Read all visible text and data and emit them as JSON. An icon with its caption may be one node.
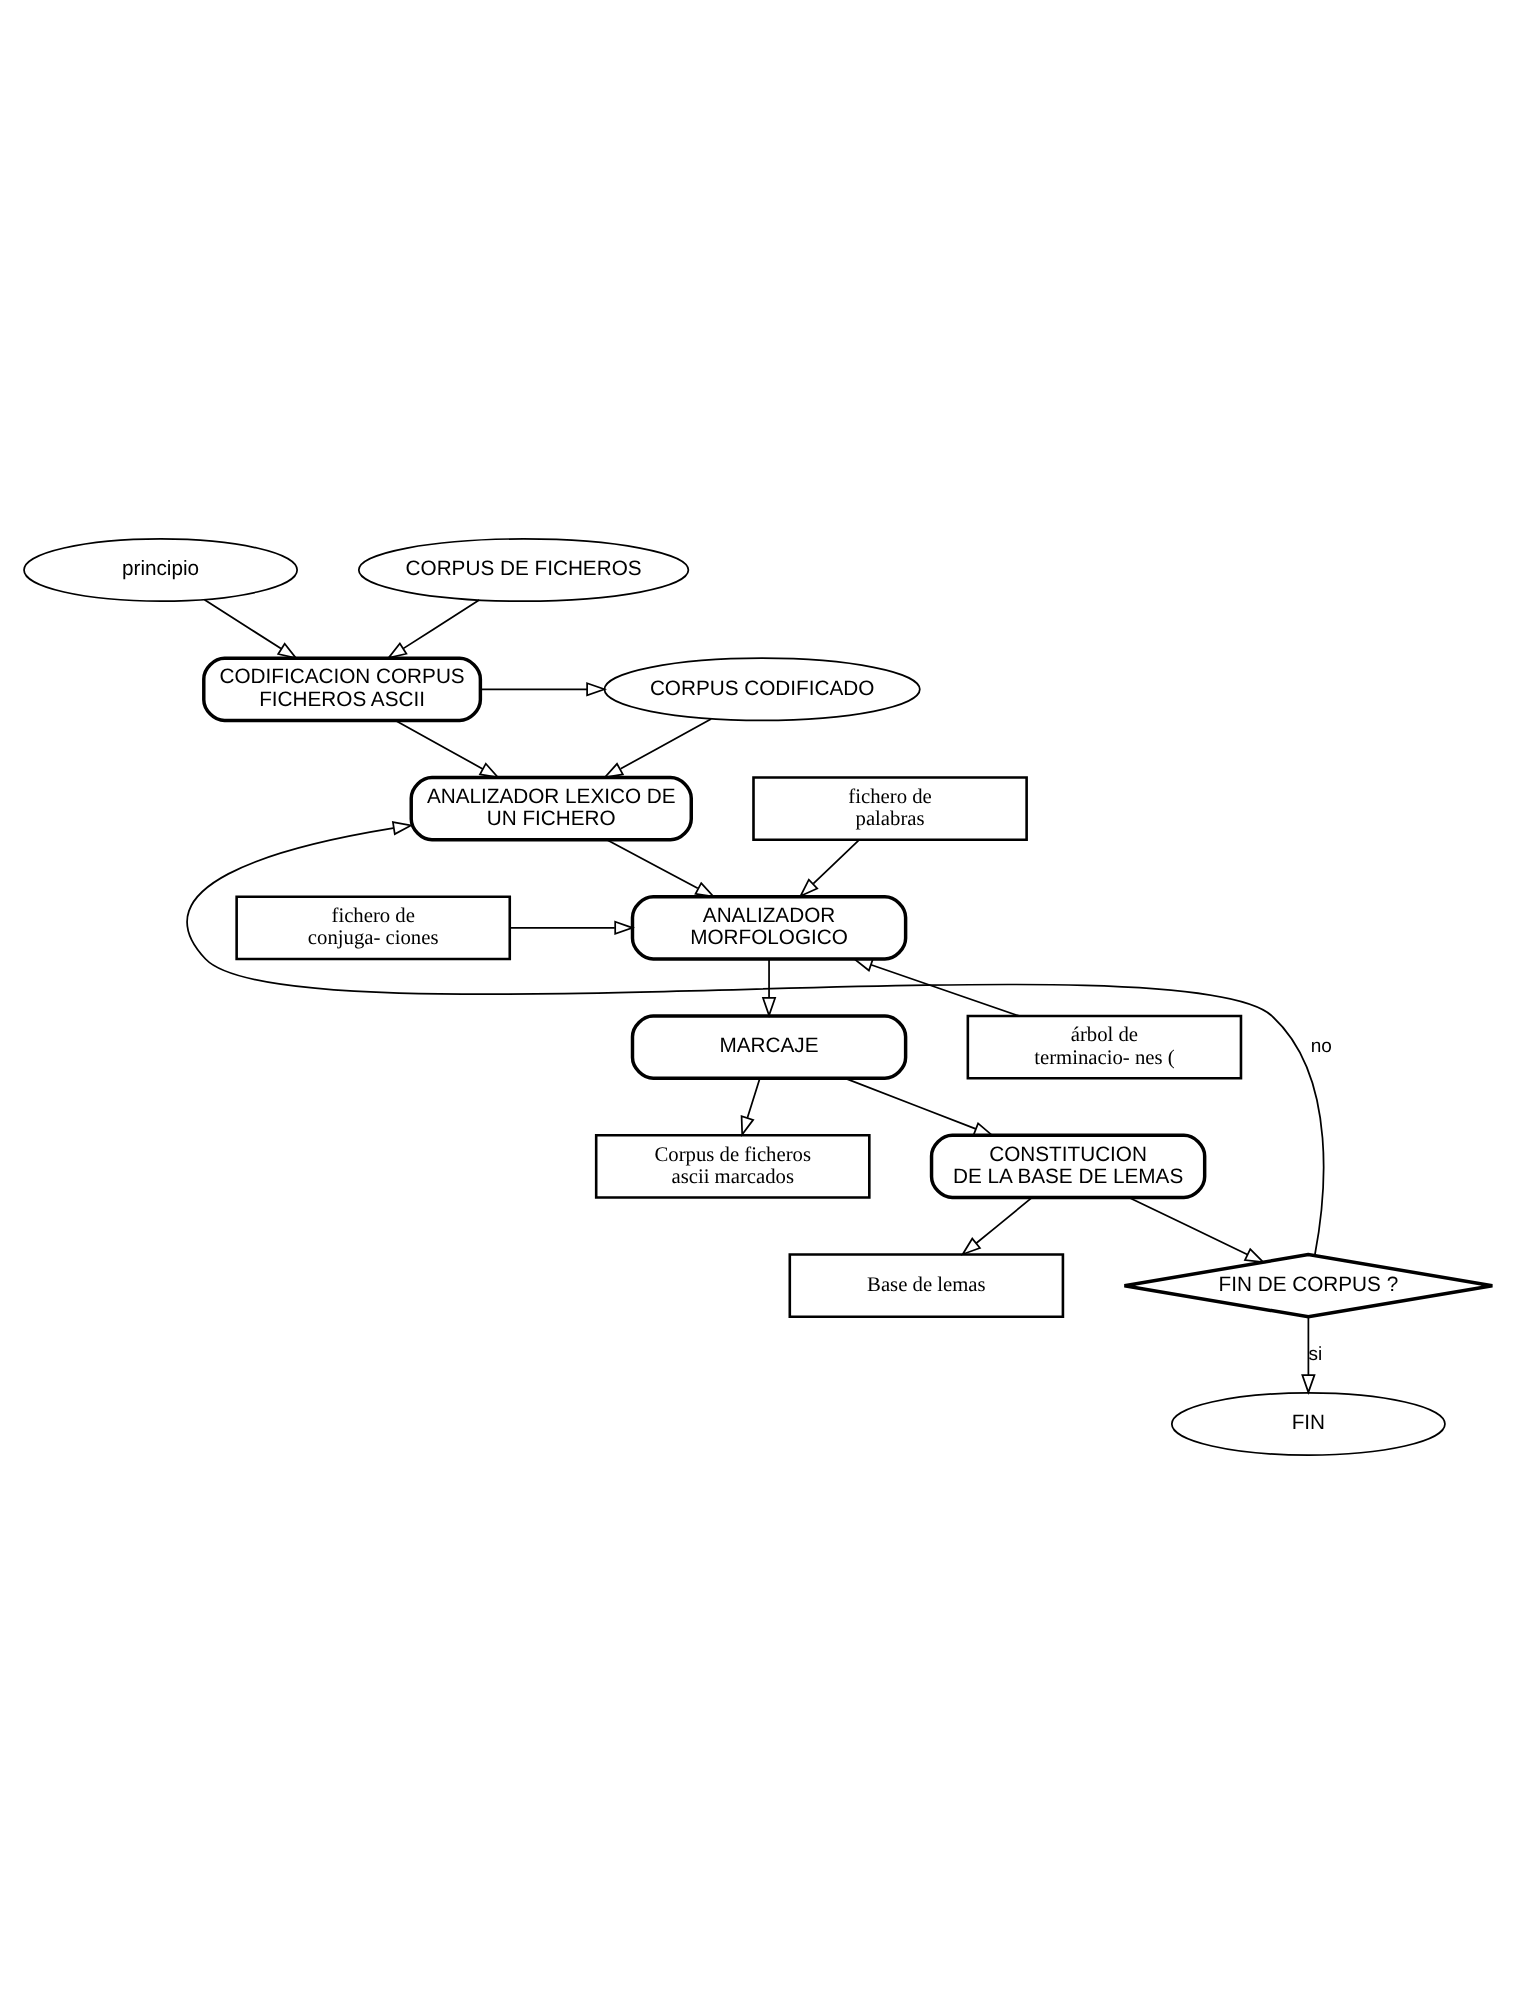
{
  "diagram": {
    "nodes": [
      {
        "text": [
          "principio"
        ]
      },
      {
        "text": [
          "CORPUS DE FICHEROS"
        ]
      },
      {
        "text": [
          "CODIFICACION CORPUS FICHEROS ASCII"
        ]
      },
      {
        "text": [
          "CORPUS CODIFICADO"
        ]
      },
      {
        "text": [
          "fichero de palabras"
        ]
      },
      {
        "text": [
          "ANALIZADOR LEXICO DE UN FICHERO"
        ]
      },
      {
        "text": [
          "fichero de conjuga- ciones"
        ]
      },
      {
        "text": [
          "ANALIZADOR MORFOLOGICO"
        ]
      },
      {
        "text": [
          "árbol de terminacio- nes ("
        ]
      },
      {
        "text": [
          "MARCAJE"
        ]
      },
      {
        "text": [
          "Corpus de ficheros ascii marcados"
        ]
      },
      {
        "text": [
          "CONSTITUCION DE LA BASE DE LEMAS"
        ]
      },
      {
        "text": [
          "Base de lemas"
        ]
      },
      {
        "text": [
          "FIN DE CORPUS ?"
        ]
      },
      {
        "text": [
          "FIN"
        ]
      }
    ],
    "edges": [
      {
        "from": 0,
        "to": 2,
        "arrow": "to"
      },
      {
        "from": 1,
        "to": 2,
        "arrow": "to"
      },
      {
        "from": 2,
        "to": 3,
        "arrow": "to"
      },
      {
        "from": 2,
        "to": 5,
        "arrow": "to"
      },
      {
        "from": 3,
        "to": 5,
        "arrow": "to"
      },
      {
        "from": 4,
        "to": 7,
        "arrow": "to"
      },
      {
        "from": 6,
        "to": 7,
        "arrow": "to"
      },
      {
        "from": 8,
        "to": 7,
        "arrow": "to"
      },
      {
        "from": 5,
        "to": 7,
        "arrow": "to"
      },
      {
        "from": 7,
        "to": 9,
        "arrow": "to"
      },
      {
        "from": 9,
        "to": 10,
        "arrow": "to"
      },
      {
        "from": 9,
        "to": 11,
        "arrow": "to"
      },
      {
        "from": 11,
        "to": 12,
        "arrow": "to"
      },
      {
        "from": 11,
        "to": 13,
        "arrow": "to"
      },
      {
        "from": 13,
        "to": 5,
        "arrow": "to",
        "label": "no"
      },
      {
        "from": 13,
        "to": 14,
        "arrow": "to",
        "label": "si"
      }
    ]
  }
}
